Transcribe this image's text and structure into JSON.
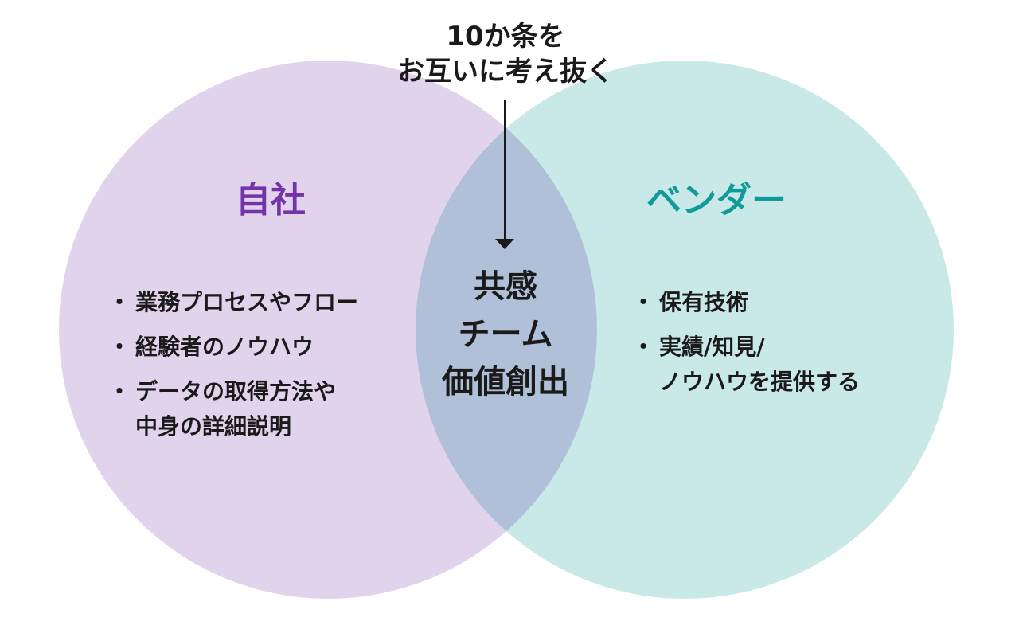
{
  "caption": {
    "line1": "10か条を",
    "line2": "お互いに考え抜く"
  },
  "left_circle": {
    "title": "自社",
    "items": [
      "業務プロセスやフロー",
      "経験者のノウハウ",
      "データの取得方法や\n中身の詳細説明"
    ]
  },
  "right_circle": {
    "title": "ベンダー",
    "items": [
      "保有技術",
      "実績/知見/\nノウハウを提供する"
    ]
  },
  "overlap": {
    "line1": "共感",
    "line2": "チーム",
    "line3": "価値創出"
  },
  "colors": {
    "left_fill": "#e1d3ec",
    "right_fill": "#c8e9e8",
    "overlap_fill": "#b0c0d8",
    "left_title": "#7533a8",
    "right_title": "#109a9a",
    "arrow": "#1a1a1a"
  }
}
